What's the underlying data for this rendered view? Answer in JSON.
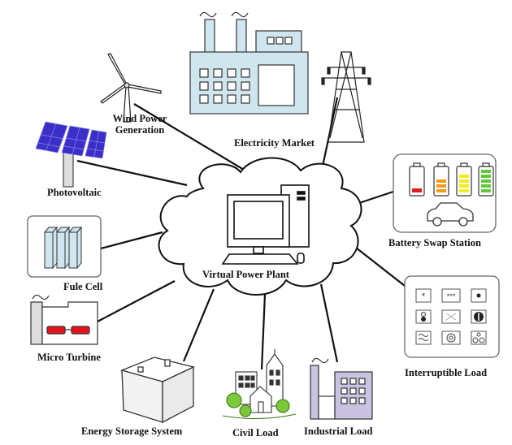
{
  "center": {
    "label": "Virtual Power Plant"
  },
  "nodes": {
    "wind": {
      "label_line1": "Wind Power",
      "label_line2": "Generation"
    },
    "pv": {
      "label": "Photovoltaic"
    },
    "market": {
      "label": "Electricity Market"
    },
    "battery_swap": {
      "label": "Battery Swap Station"
    },
    "fuel_cell": {
      "label": "Fule Cell"
    },
    "micro_turbine": {
      "label": "Micro Turbine"
    },
    "storage": {
      "label": "Energy Storage System"
    },
    "civil": {
      "label": "Civil Load"
    },
    "industrial": {
      "label": "Industrial Load"
    },
    "interruptible": {
      "label": "Interruptible Load"
    }
  },
  "colors": {
    "building_fill": "#cfe6ef",
    "pv_panel": "#3a2fc9",
    "battery_red": "#e11b1b",
    "battery_orange": "#f29a12",
    "battery_yellow": "#f5ea1a",
    "battery_green": "#5dc83a",
    "turbine_red": "#e3121b",
    "industrial_fill": "#c9c2e0",
    "tree_green": "#7cc83a"
  },
  "icons": {
    "interruptible_panel": [
      "*",
      "***"
    ]
  }
}
